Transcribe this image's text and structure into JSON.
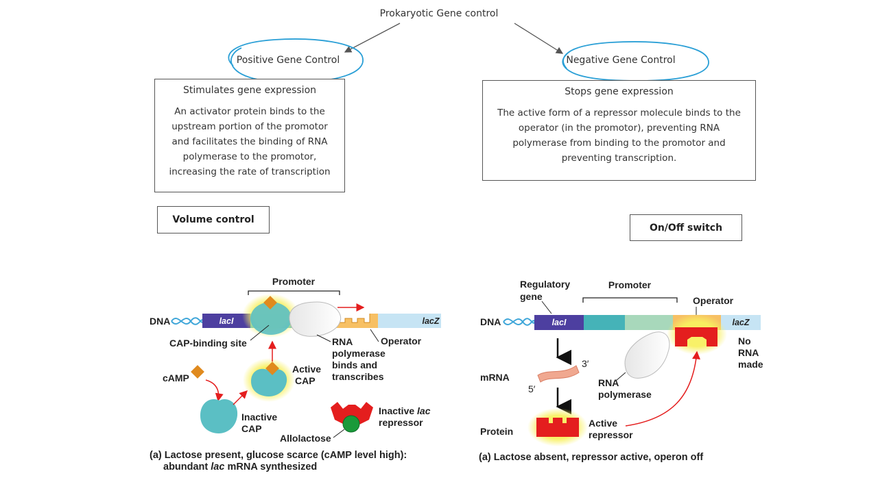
{
  "page": {
    "title": "Prokaryotic Gene control"
  },
  "positive": {
    "heading": "Positive Gene Control",
    "subheading": "Stimulates gene expression",
    "description": "An activator protein binds to the upstream portion of the promotor and facilitates the binding of RNA polymerase to the promotor, increasing the rate of transcription",
    "label": "Volume control"
  },
  "negative": {
    "heading": "Negative Gene Control",
    "subheading": "Stops gene expression",
    "description": "The active form of a repressor molecule binds to the operator (in the promotor), preventing RNA polymerase from binding to the promotor and preventing transcription.",
    "label": "On/Off switch"
  },
  "left_diagram": {
    "promoter": "Promoter",
    "dna": "DNA",
    "lacI": "lacI",
    "lacZ": "lacZ",
    "cap_binding_site": "CAP-binding site",
    "operator": "Operator",
    "rna_pol_line1": "RNA",
    "rna_pol_line2": "polymerase",
    "rna_pol_line3": "binds and",
    "rna_pol_line4": "transcribes",
    "camp": "cAMP",
    "active_cap_line1": "Active",
    "active_cap_line2": "CAP",
    "inactive_cap_line1": "Inactive",
    "inactive_cap_line2": "CAP",
    "inactive_rep_line1": "Inactive",
    "inactive_rep_italic": "lac",
    "inactive_rep_line2": "repressor",
    "allolactose": "Allolactose",
    "caption_line1": "(a) Lactose present, glucose scarce (cAMP level high):",
    "caption_pre": "abundant ",
    "caption_italic": "lac",
    "caption_post": " mRNA synthesized",
    "color_repressor": "#e41e1e",
    "color_cap": "#5bbfc4",
    "color_camp": "#e08a1e"
  },
  "right_diagram": {
    "regulatory_line1": "Regulatory",
    "regulatory_line2": "gene",
    "promoter": "Promoter",
    "operator": "Operator",
    "dna": "DNA",
    "lacI": "lacI",
    "lacZ": "lacZ",
    "no_rna_line1": "No",
    "no_rna_line2": "RNA",
    "no_rna_line3": "made",
    "mrna": "mRNA",
    "three_prime": "3′",
    "five_prime": "5′",
    "rna_pol_line1": "RNA",
    "rna_pol_line2": "polymerase",
    "protein": "Protein",
    "active_rep_line1": "Active",
    "active_rep_line2": "repressor",
    "caption": "(a) Lactose absent, repressor active, operon off"
  }
}
